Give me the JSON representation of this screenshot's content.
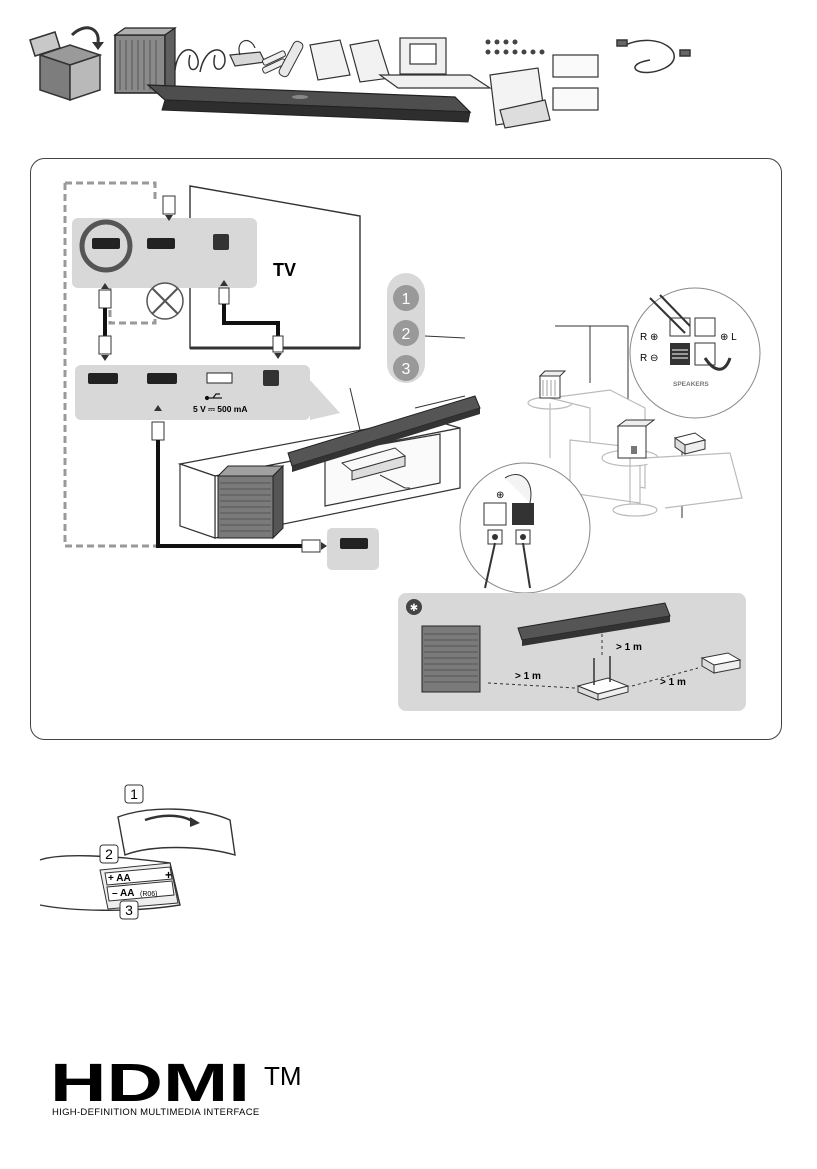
{
  "setup": {
    "tv_label": "TV",
    "usb_power": "5 V ⎓ 500 mA",
    "steps": [
      "1",
      "2",
      "3"
    ],
    "terminal_labels": {
      "right_plus": "R ⊕",
      "right_minus": "R ⊖",
      "left_plus": "⊕ L",
      "speakers": "SPEAKERS",
      "plus": "⊕"
    },
    "placement_note": {
      "badge": "✱",
      "distances": [
        "> 1 m",
        "> 1 m",
        "> 1 m"
      ]
    }
  },
  "remote": {
    "steps": [
      "1",
      "2",
      "3"
    ],
    "battery_top": "+ AA",
    "battery_bottom": "– AA",
    "battery_code": "(R06)",
    "plus_sign": "+"
  },
  "logo": {
    "wordmark": "HDMI",
    "trademark": "TM",
    "tagline": "HIGH-DEFINITION MULTIMEDIA INTERFACE"
  }
}
